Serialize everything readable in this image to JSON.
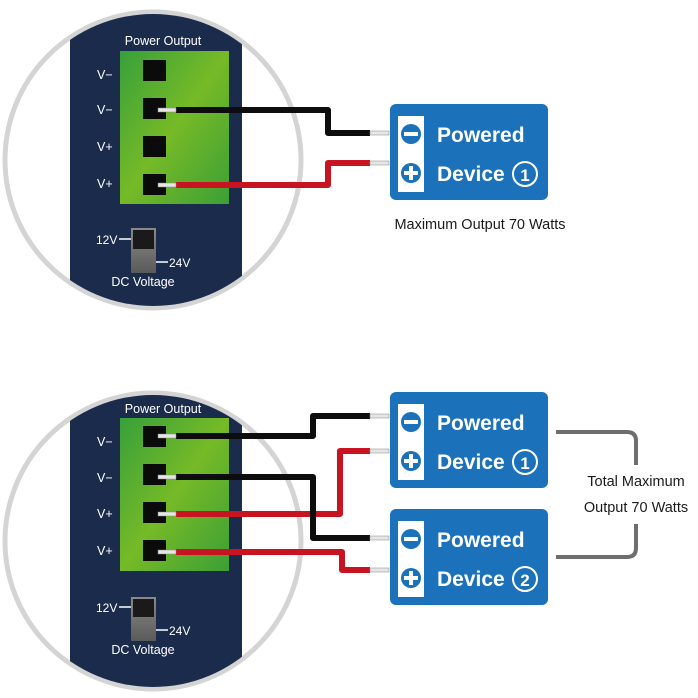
{
  "colors": {
    "panel": "#1b2b4b",
    "ring": "#d2d2d2",
    "terminal_green_top": "#3fa535",
    "terminal_green_mid": "#74b928",
    "device_blue": "#1c71bb",
    "wire_black": "#0d0d0d",
    "wire_red": "#c81421",
    "bracket_gray": "#6e6e6e"
  },
  "diagrams": [
    {
      "id": "single",
      "panel": {
        "title": "Power Output",
        "terminals": [
          {
            "label": "V−",
            "connected": false
          },
          {
            "label": "V−",
            "connected": true
          },
          {
            "label": "V+",
            "connected": false
          },
          {
            "label": "V+",
            "connected": true
          }
        ],
        "switch": {
          "low_label": "12V",
          "high_label": "24V",
          "caption": "DC Voltage"
        }
      },
      "devices": [
        {
          "line1": "Powered",
          "line2": "Device",
          "number": "1",
          "minus_icon": "minus-circle-icon",
          "plus_icon": "plus-circle-icon"
        }
      ],
      "caption": "Maximum Output 70 Watts"
    },
    {
      "id": "dual",
      "panel": {
        "title": "Power Output",
        "terminals": [
          {
            "label": "V−",
            "connected": true
          },
          {
            "label": "V−",
            "connected": true
          },
          {
            "label": "V+",
            "connected": true
          },
          {
            "label": "V+",
            "connected": true
          }
        ],
        "switch": {
          "low_label": "12V",
          "high_label": "24V",
          "caption": "DC Voltage"
        }
      },
      "devices": [
        {
          "line1": "Powered",
          "line2": "Device",
          "number": "1",
          "minus_icon": "minus-circle-icon",
          "plus_icon": "plus-circle-icon"
        },
        {
          "line1": "Powered",
          "line2": "Device",
          "number": "2",
          "minus_icon": "minus-circle-icon",
          "plus_icon": "plus-circle-icon"
        }
      ],
      "caption_lines": [
        "Total Maximum",
        "Output 70 Watts"
      ]
    }
  ]
}
